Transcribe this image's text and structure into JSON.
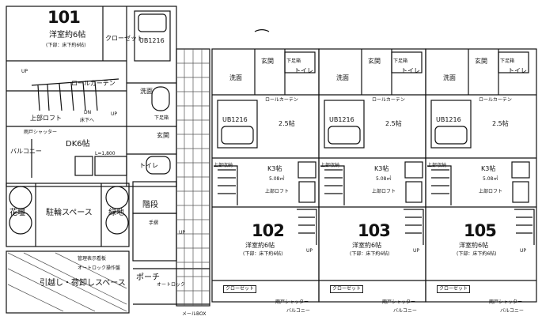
{
  "units": {
    "u101": {
      "number": "101",
      "room": "洋室約6帖",
      "note": "(下部：床下約6帖)",
      "closet": "クローゼット",
      "ub": "UB1216",
      "curtain": "ロールカーテン",
      "loft": "上部ロフト",
      "dn": "DN",
      "under": "床下へ",
      "dk": "DK6帖",
      "wash": "洗面",
      "shoe": "下足箱",
      "entrance": "玄関",
      "toilet": "トイレ",
      "balcony": "バルコニー",
      "shutter": "雨戸シャッター",
      "ldim": "L=1,800",
      "up1": "UP",
      "up2": "UP"
    },
    "u102": {
      "number": "102",
      "room": "洋室約6帖",
      "note": "(下部：床下約6帖)",
      "closet": "クローゼット",
      "ub": "UB1216",
      "curtain": "ロールカーテン",
      "loft_room": "2.5帖",
      "kitchen": "K3帖",
      "kitchen_dim": "5.08㎡",
      "loft": "上部ロフト",
      "storage": "上部収納",
      "entrance": "玄関",
      "shoe": "下足箱",
      "wash": "洗面",
      "toilet": "トイレ",
      "balcony": "バルコニー",
      "shutter": "雨戸シャッター",
      "up": "UP"
    },
    "u103": {
      "number": "103",
      "room": "洋室約6帖",
      "note": "(下部：床下約6帖)",
      "closet": "クローゼット",
      "ub": "UB1216",
      "curtain": "ロールカーテン",
      "loft_room": "2.5帖",
      "kitchen": "K3帖",
      "kitchen_dim": "5.08㎡",
      "loft": "上部ロフト",
      "storage": "上部収納",
      "entrance": "玄関",
      "shoe": "下足箱",
      "wash": "洗面",
      "toilet": "トイレ",
      "balcony": "バルコニー",
      "shutter": "雨戸シャッター",
      "up": "UP"
    },
    "u105": {
      "number": "105",
      "room": "洋室約6帖",
      "note": "(下部：床下約6帖)",
      "closet": "クローゼット",
      "ub": "UB1216",
      "curtain": "ロールカーテン",
      "loft_room": "2.5帖",
      "kitchen": "K3帖",
      "kitchen_dim": "5.08㎡",
      "loft": "上部ロフト",
      "storage": "上部収納",
      "entrance": "玄関",
      "shoe": "下足箱",
      "wash": "洗面",
      "toilet": "トイレ",
      "balcony": "バルコニー",
      "shutter": "雨戸シャッター",
      "up": "UP"
    }
  },
  "common": {
    "flowerbed": "花壇",
    "bike": "駐輪スペース",
    "green": "緑地",
    "stairs": "階段",
    "handrail": "手摺",
    "porch": "ポーチ",
    "manage": "管理表示看板",
    "autolock": "オートロック操作盤",
    "moving": "引越し・荷卸しスペース",
    "mailbox": "メールBOX",
    "autolock_door": "オートロック",
    "up": "UP"
  }
}
